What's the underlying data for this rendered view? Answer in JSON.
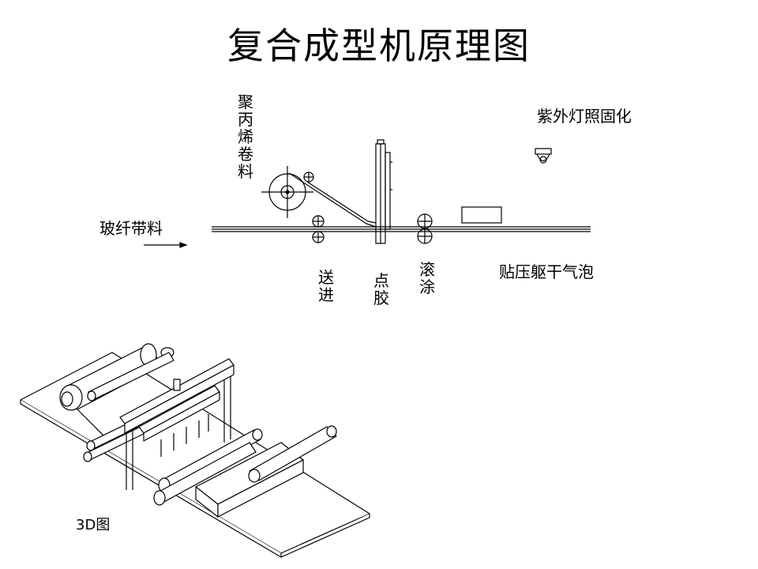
{
  "title": "复合成型机原理图",
  "diagram2d": {
    "labels": {
      "pp_roll": "聚丙烯卷料",
      "fiberglass_tape": "玻纤带料",
      "feed": "送进",
      "glue": "点胶",
      "roll_coat": "滚涂",
      "press_bubbles": "贴压躯干气泡",
      "uv_cure": "紫外灯照固化"
    }
  },
  "diagram3d": {
    "caption": "3D图"
  }
}
